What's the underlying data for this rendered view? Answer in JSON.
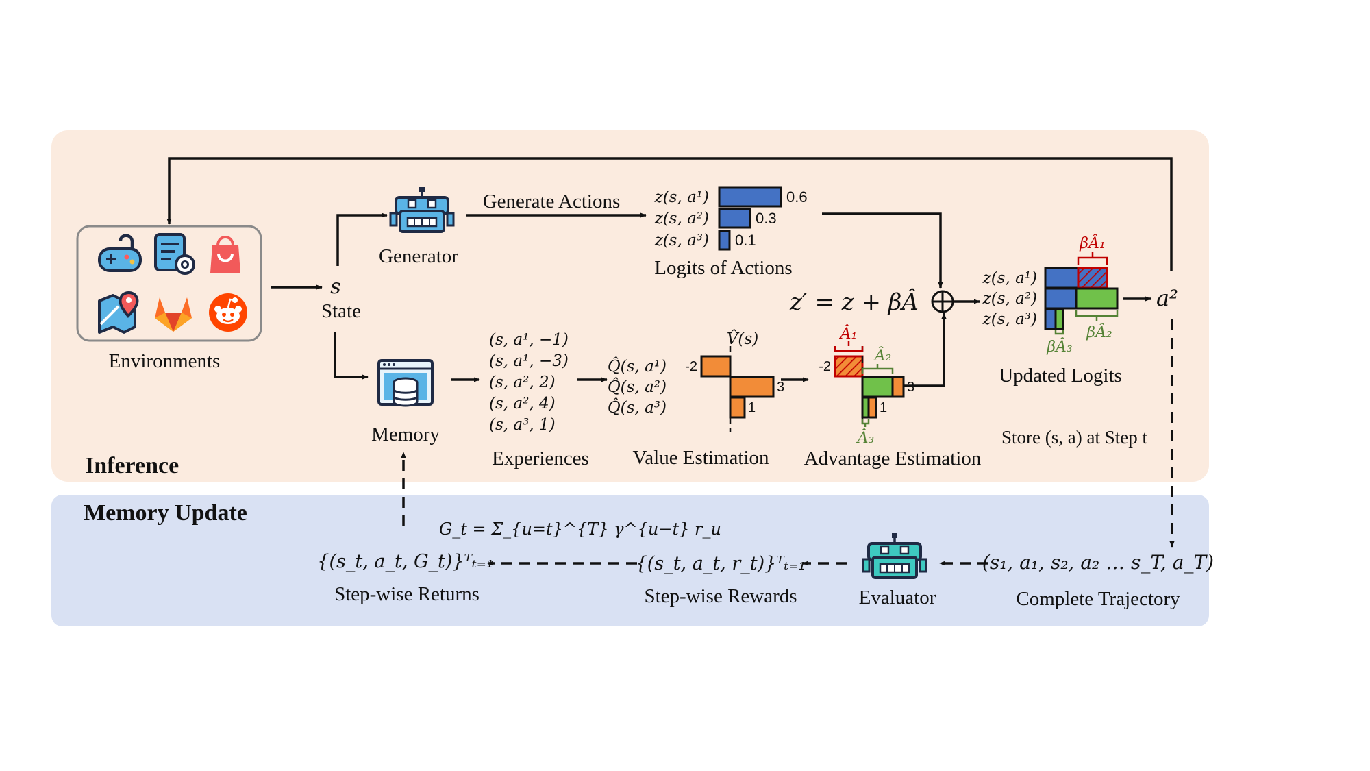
{
  "sections": {
    "inference": "Inference",
    "memory_update": "Memory Update"
  },
  "environments": {
    "label": "Environments",
    "icons": [
      "gamepad-icon",
      "settings-document-icon",
      "shopping-bag-icon",
      "map-pin-icon",
      "gitlab-icon",
      "reddit-icon"
    ]
  },
  "state": {
    "symbol": "s",
    "label": "State"
  },
  "generator": {
    "label": "Generator",
    "arrow_label": "Generate Actions"
  },
  "logits": {
    "caption": "Logits of Actions",
    "rows": [
      {
        "label": "z(s, a¹)",
        "value": 0.6,
        "value_text": "0.6"
      },
      {
        "label": "z(s, a²)",
        "value": 0.3,
        "value_text": "0.3"
      },
      {
        "label": "z(s, a³)",
        "value": 0.1,
        "value_text": "0.1"
      }
    ]
  },
  "memory": {
    "label": "Memory"
  },
  "experiences": {
    "caption": "Experiences",
    "items": [
      "(s, a¹, −1)",
      "(s, a¹, −3)",
      "(s, a², 2)",
      "(s, a², 4)",
      "(s, a³, 1)"
    ]
  },
  "value_estimation": {
    "caption": "Value Estimation",
    "v_label": "V̂(s)",
    "q_labels": [
      "Q̂(s, a¹)",
      "Q̂(s, a²)",
      "Q̂(s, a³)"
    ],
    "q_values": [
      -2,
      3,
      1
    ],
    "q_value_texts": [
      "-2",
      "3",
      "1"
    ]
  },
  "advantage_estimation": {
    "caption": "Advantage Estimation",
    "a_labels": [
      "Â₁",
      "Â₂",
      "Â₃"
    ],
    "values": [
      -2,
      3,
      1
    ],
    "value_texts": [
      "-2",
      "3",
      "1"
    ]
  },
  "update_formula": "z′ = z + βÂ",
  "updated_logits": {
    "caption": "Updated Logits",
    "row_labels": [
      "z(s, a¹)",
      "z(s, a²)",
      "z(s, a³)"
    ],
    "beta_labels": [
      "βÂ₁",
      "βÂ₂",
      "βÂ₃"
    ],
    "output_action": "a²"
  },
  "store_label": "Store (s, a) at Step t",
  "memory_update_flow": {
    "trajectory": "(s₁, a₁, s₂, a₂ … s_T, a_T)",
    "trajectory_label": "Complete Trajectory",
    "evaluator_label": "Evaluator",
    "rewards": "{(s_t, a_t, r_t)}ᵀₜ₌₁",
    "rewards_label": "Step-wise Rewards",
    "return_formula": "G_t = Σ_{u=t}^{T} γ^{u−t} r_u",
    "returns": "{(s_t, a_t, G_t)}ᵀₜ₌₁",
    "returns_label": "Step-wise Returns"
  },
  "colors": {
    "inference_bg": "#fbebdf",
    "memory_bg": "#d9e1f3",
    "blue_bar": "#4472c4",
    "orange_bar": "#f28c38",
    "green_bar": "#70c14a",
    "red": "#c00000",
    "green_text": "#548235",
    "robot_teal": "#3ec9c0",
    "robot_blue": "#5ab4e6"
  }
}
